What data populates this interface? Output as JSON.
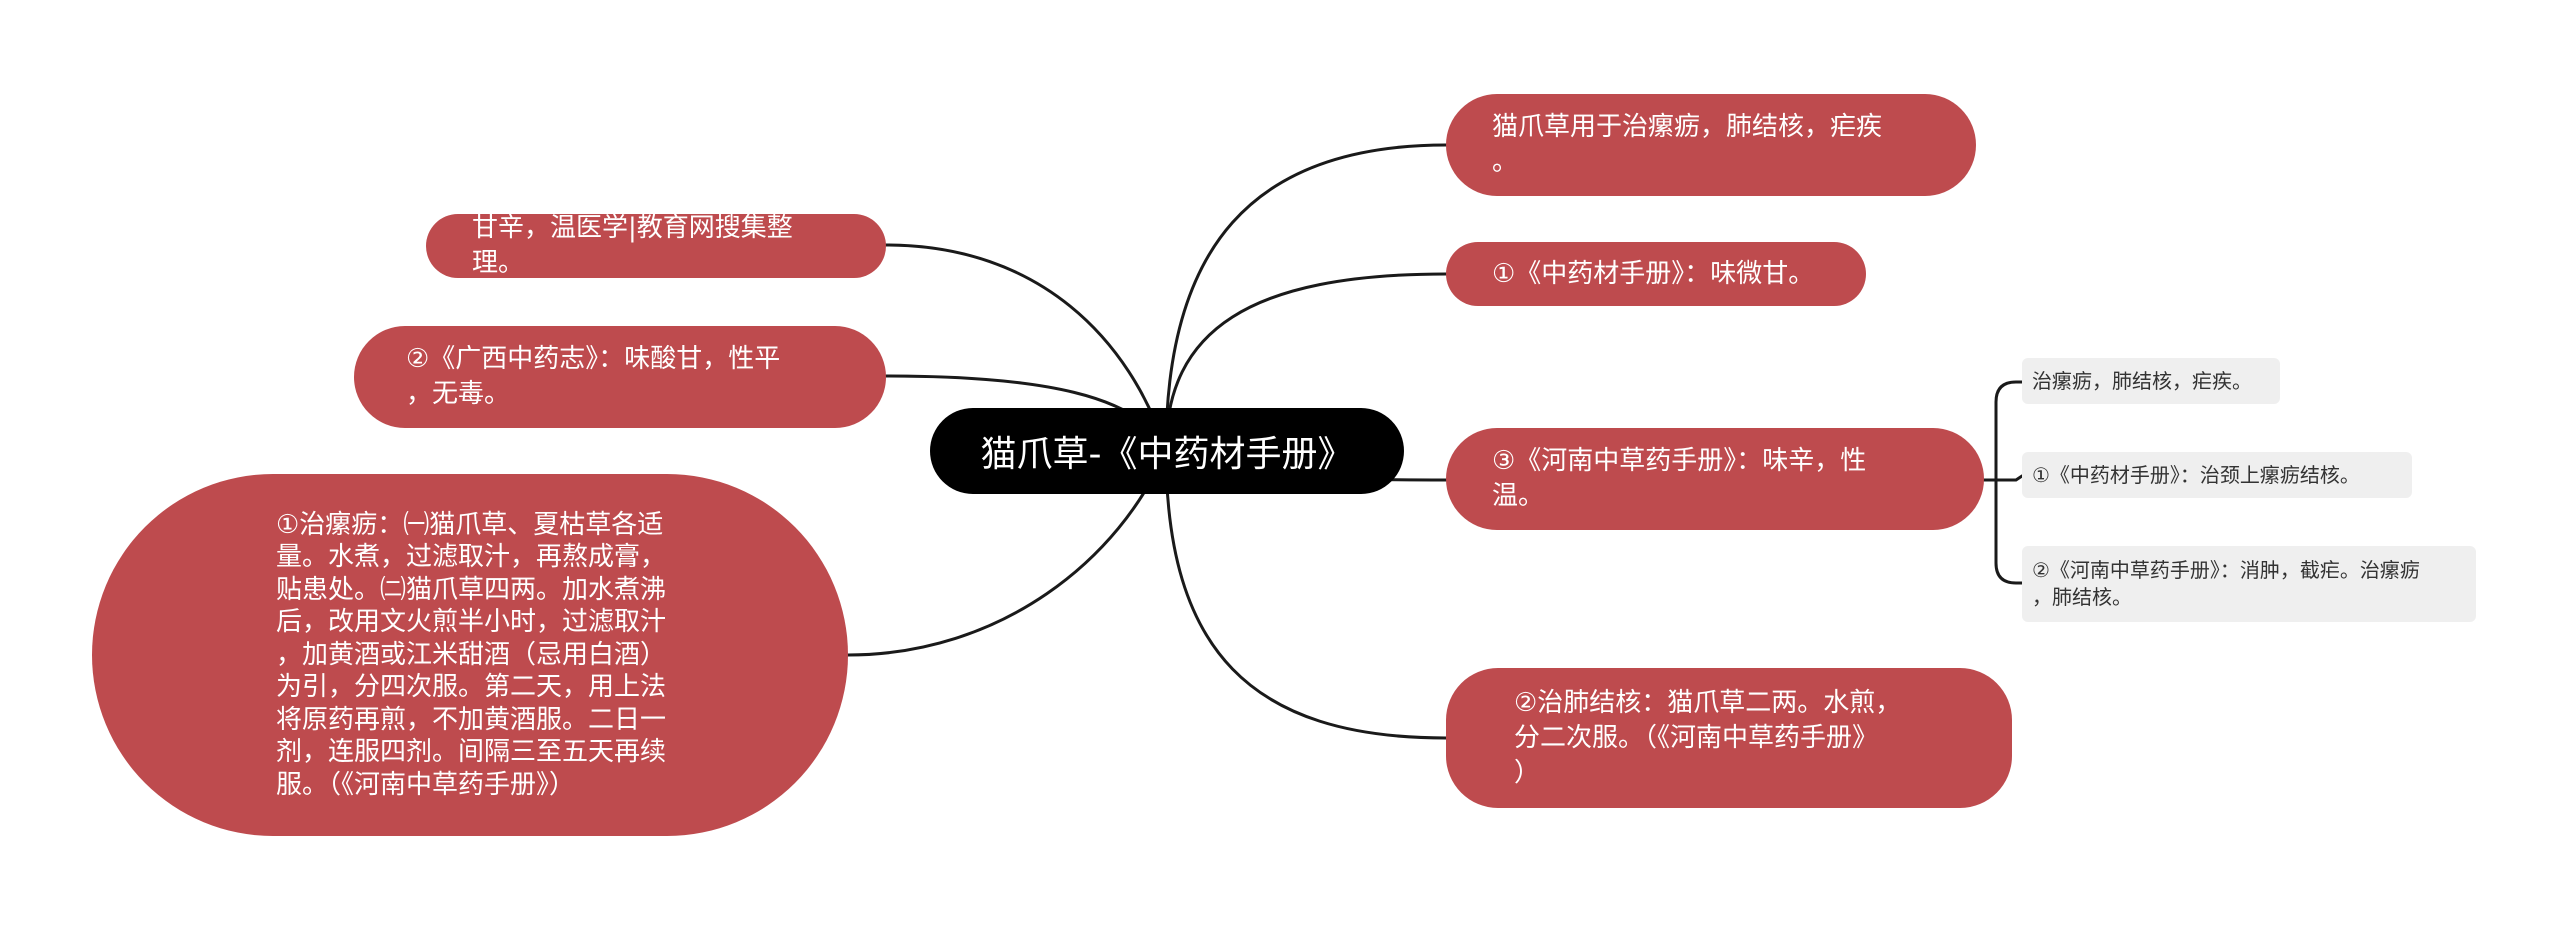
{
  "colors": {
    "root_bg": "#000000",
    "node_bg": "#be4b4e",
    "leaf_bg": "#efefef",
    "line": "#1a1a1a"
  },
  "root": {
    "label": "猫爪草-《中药材手册》"
  },
  "right": [
    {
      "label": "猫爪草用于治瘰疬，肺结核，疟疾\n。"
    },
    {
      "label": "①《中药材手册》：味微甘。"
    },
    {
      "label": "③《河南中草药手册》：味辛，性\n温。",
      "children": [
        {
          "label": "治瘰疬，肺结核，疟疾。"
        },
        {
          "label": "①《中药材手册》：治颈上瘰疬结核。"
        },
        {
          "label": "②《河南中草药手册》：消肿，截疟。治瘰疬\n，肺结核。"
        }
      ]
    },
    {
      "label": "②治肺结核：猫爪草二两。水煎，\n分二次服。（《河南中草药手册》\n）"
    }
  ],
  "left": [
    {
      "label": "甘辛，温医学|教育网搜集整理。"
    },
    {
      "label": "②《广西中药志》：味酸甘，性平\n，无毒。"
    },
    {
      "label": "①治瘰疬：㈠猫爪草、夏枯草各适\n量。水煮，过滤取汁，再熬成膏，\n贴患处。㈡猫爪草四两。加水煮沸\n后，改用文火煎半小时，过滤取汁\n，加黄酒或江米甜酒（忌用白酒）\n为引，分四次服。第二天，用上法\n将原药再煎，不加黄酒服。二日一\n剂，连服四剂。间隔三至五天再续\n服。（《河南中草药手册》）"
    }
  ]
}
